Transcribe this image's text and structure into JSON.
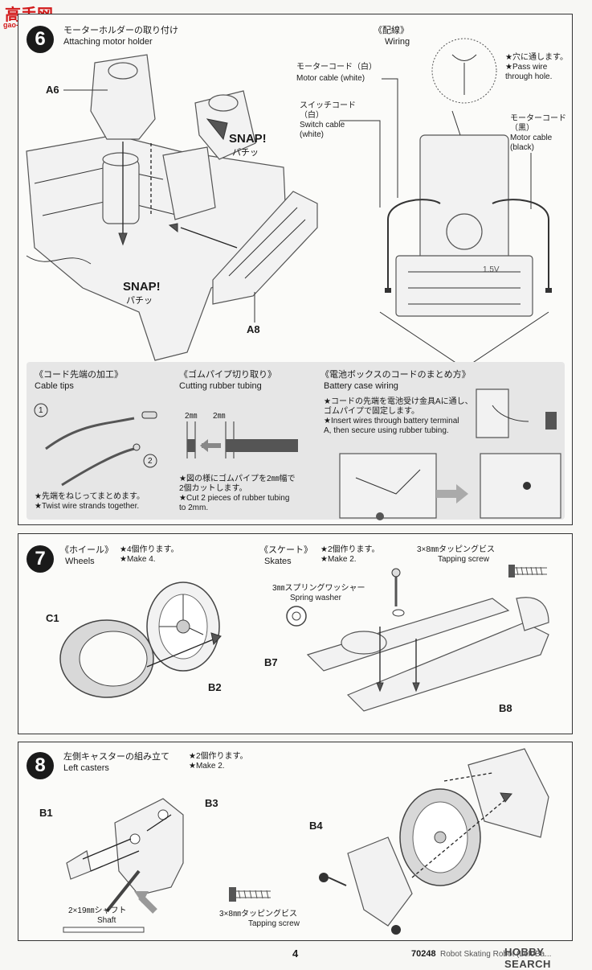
{
  "watermark": {
    "title": "高手网",
    "url": "gao-shou.com"
  },
  "step6": {
    "num": "6",
    "title_jp": "モーターホルダーの取り付け",
    "title_en": "Attaching motor holder",
    "part_a6": "A6",
    "part_a8": "A8",
    "snap1_en": "SNAP!",
    "snap1_jp": "パチッ",
    "snap2_en": "SNAP!",
    "snap2_jp": "パチッ"
  },
  "wiring": {
    "title_jp": "《配線》",
    "title_en": "Wiring",
    "hole_jp": "★穴に通します。",
    "hole_en1": "★Pass wire",
    "hole_en2": "through hole.",
    "motor_white_jp": "モーターコード（白）",
    "motor_white_en": "Motor cable (white)",
    "switch_jp1": "スイッチコード",
    "switch_jp2": "（白）",
    "switch_en1": "Switch cable",
    "switch_en2": "(white)",
    "motor_black_jp": "モーターコード",
    "motor_black_jp2": "（黒）",
    "motor_black_en1": "Motor cable",
    "motor_black_en2": "(black)"
  },
  "sub": {
    "cable_jp": "《コード先端の加工》",
    "cable_en": "Cable tips",
    "cable_n1": "1",
    "cable_n2": "2",
    "cable_note_jp": "★先端をねじってまとめます。",
    "cable_note_en": "★Twist wire strands together.",
    "tube_jp": "《ゴムパイプ切り取り》",
    "tube_en": "Cutting rubber tubing",
    "tube_mm1": "2㎜",
    "tube_mm2": "2㎜",
    "tube_note_jp1": "★図の様にゴムパイプを2㎜幅で",
    "tube_note_jp2": "2個カットします。",
    "tube_note_en1": "★Cut 2 pieces of rubber tubing",
    "tube_note_en2": "to 2mm.",
    "batt_jp": "《電池ボックスのコードのまとめ方》",
    "batt_en": "Battery case wiring",
    "batt_note_jp1": "★コードの先端を電池受け金具Aに通し、",
    "batt_note_jp2": "ゴムパイプで固定します。",
    "batt_note_en1": "★Insert wires through battery terminal",
    "batt_note_en2": "A, then secure using rubber tubing."
  },
  "step7": {
    "num": "7",
    "wheels_jp": "《ホイール》",
    "wheels_en": "Wheels",
    "wheels_make_jp": "★4個作ります。",
    "wheels_make_en": "★Make 4.",
    "skates_jp": "《スケート》",
    "skates_en": "Skates",
    "skates_make_jp": "★2個作ります。",
    "skates_make_en": "★Make 2.",
    "screw_jp": "3×8㎜タッピングビス",
    "screw_en": "Tapping screw",
    "washer_jp": "3㎜スプリングワッシャー",
    "washer_en": "Spring washer",
    "part_c1": "C1",
    "part_b2": "B2",
    "part_b7": "B7",
    "part_b8": "B8"
  },
  "step8": {
    "num": "8",
    "title_jp": "左側キャスターの組み立て",
    "title_en": "Left casters",
    "make_jp": "★2個作ります。",
    "make_en": "★Make 2.",
    "part_b1": "B1",
    "part_b3": "B3",
    "part_b4": "B4",
    "shaft_jp": "2×19㎜シャフト",
    "shaft_en": "Shaft",
    "screw_jp": "3×8㎜タッピングビス",
    "screw_en": "Tapping screw"
  },
  "footer": {
    "page": "4",
    "code": "70248",
    "title": "Robot Skating Robot (Left/Ba...",
    "brand": "HOBBY SEARCH"
  }
}
